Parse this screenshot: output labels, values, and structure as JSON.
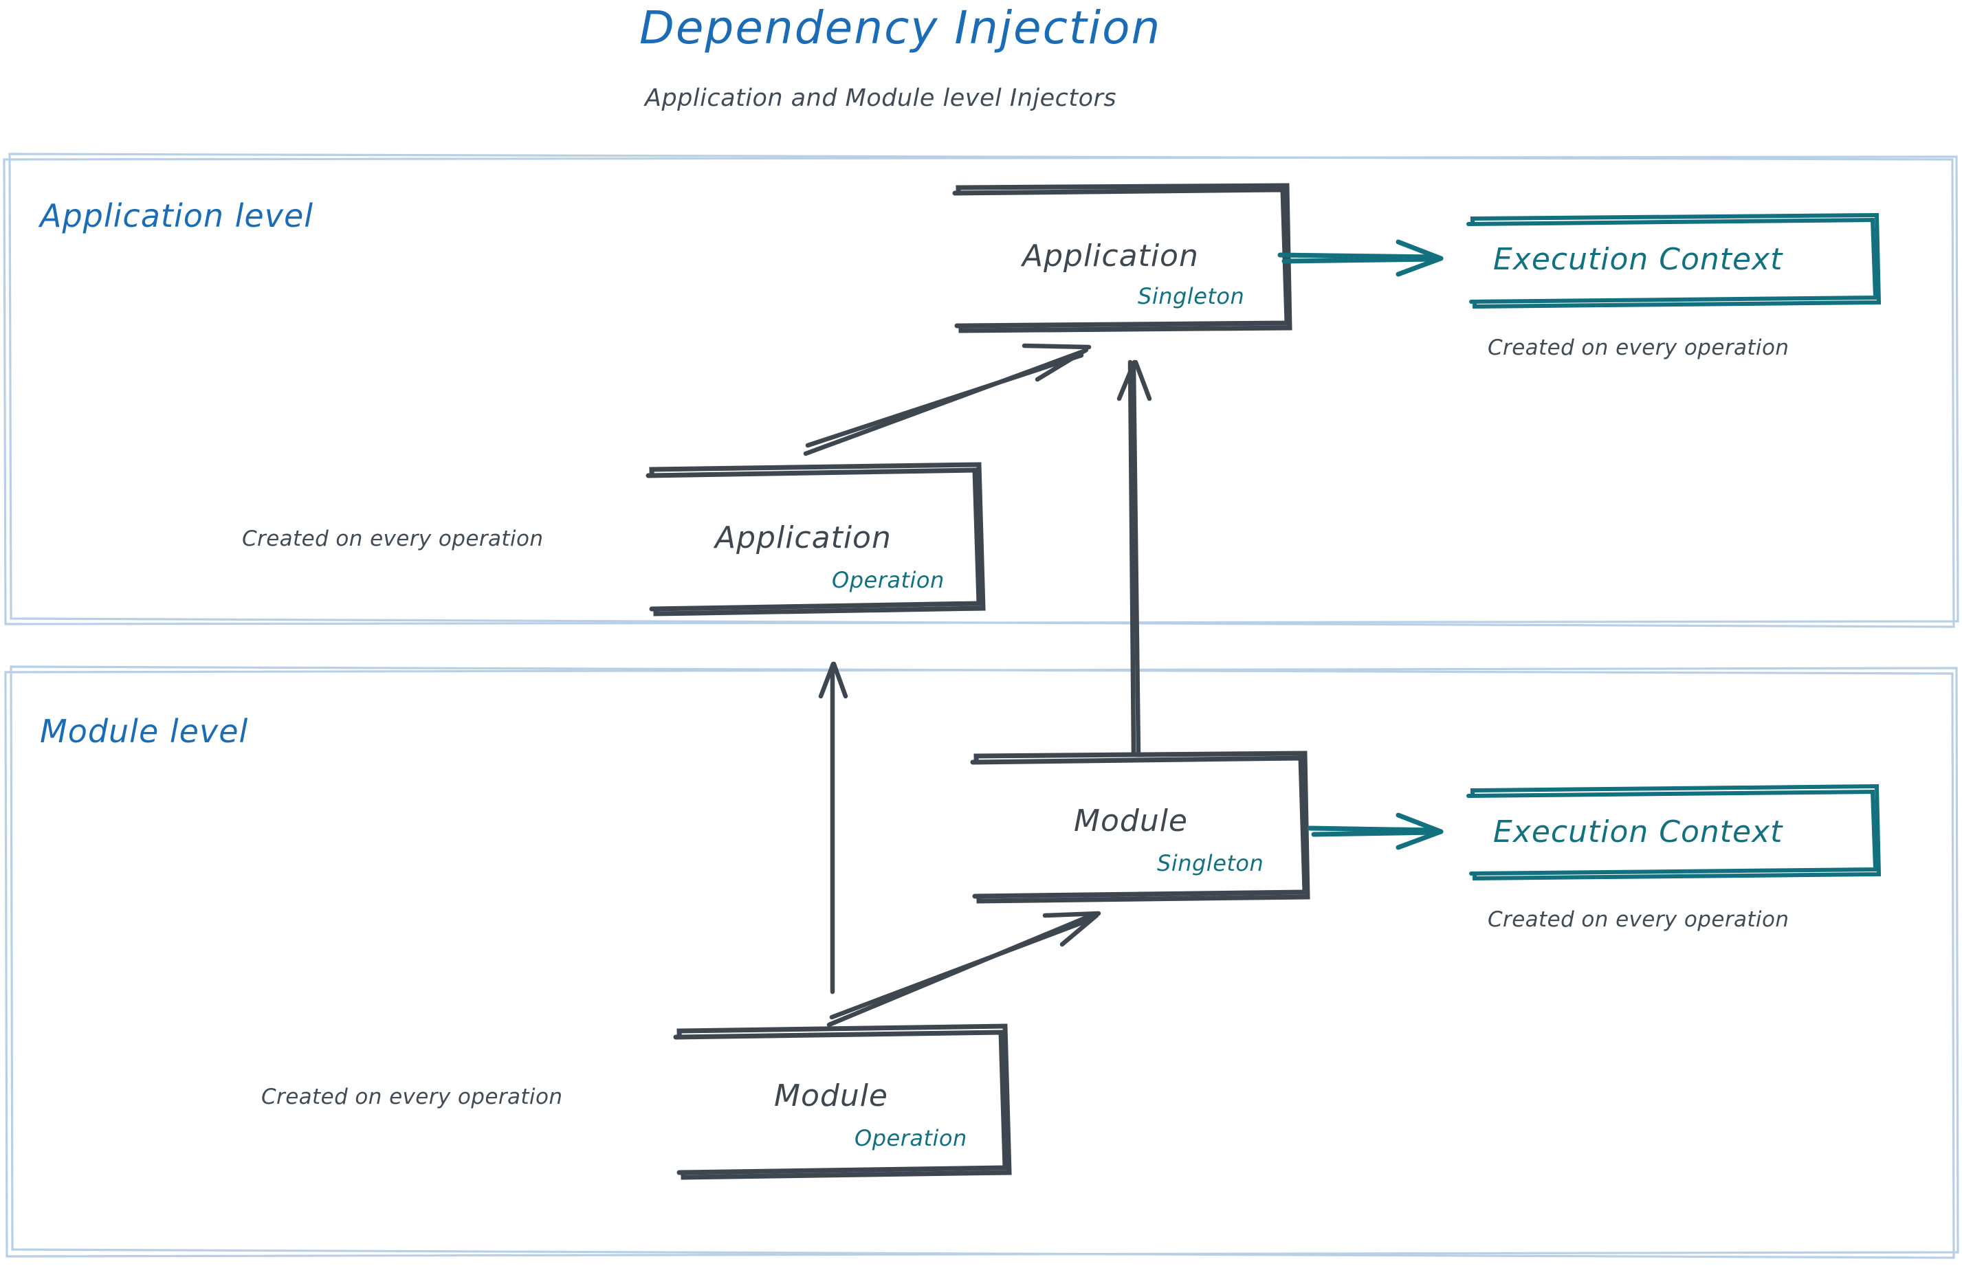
{
  "header": {
    "title": "Dependency Injection",
    "subtitle": "Application and Module level Injectors"
  },
  "colors": {
    "title_blue": "#1b6cb5",
    "zone_border_blue": "#b8cfe6",
    "ink_gray": "#3e4750",
    "teal": "#13707f",
    "caption_gray": "#414b56",
    "background": "#ffffff"
  },
  "zones": [
    {
      "id": "application-level",
      "label": "Application level",
      "nodes": [
        {
          "id": "application-singleton",
          "title": "Application",
          "scope": "Singleton",
          "style": "gray-box"
        },
        {
          "id": "application-execution-context",
          "title": "Execution Context",
          "style": "teal-box",
          "caption": "Created on every operation"
        },
        {
          "id": "application-operation",
          "title": "Application",
          "scope": "Operation",
          "style": "gray-box",
          "caption": "Created on every operation"
        }
      ],
      "edges": [
        {
          "from": "application-operation",
          "to": "application-singleton",
          "style": "sketch-double-gray"
        },
        {
          "from": "application-singleton",
          "to": "application-execution-context",
          "style": "sketch-double-teal"
        }
      ]
    },
    {
      "id": "module-level",
      "label": "Module level",
      "nodes": [
        {
          "id": "module-singleton",
          "title": "Module",
          "scope": "Singleton",
          "style": "gray-box"
        },
        {
          "id": "module-execution-context",
          "title": "Execution Context",
          "style": "teal-box",
          "caption": "Created on every operation"
        },
        {
          "id": "module-operation",
          "title": "Module",
          "scope": "Operation",
          "style": "gray-box",
          "caption": "Created on every operation"
        }
      ],
      "edges": [
        {
          "from": "module-operation",
          "to": "module-singleton",
          "style": "sketch-double-gray"
        },
        {
          "from": "module-singleton",
          "to": "module-execution-context",
          "style": "sketch-double-teal"
        },
        {
          "from": "module-singleton",
          "to": "application-singleton",
          "style": "sketch-single-gray-long"
        },
        {
          "from": "module-level",
          "to": "application-operation",
          "style": "sketch-single-gray-long"
        }
      ]
    }
  ]
}
